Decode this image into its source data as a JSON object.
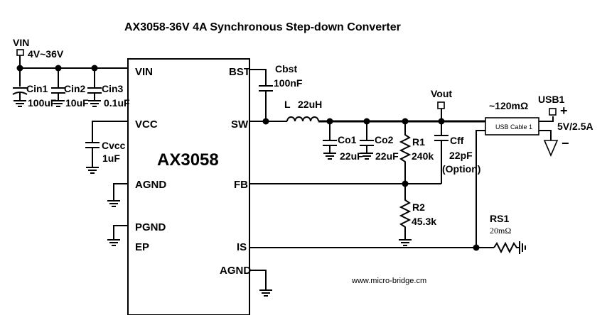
{
  "title": "AX3058-36V 4A Synchronous Step-down Converter",
  "chip": {
    "name": "AX3058",
    "pins_left": [
      "VIN",
      "VCC",
      "AGND",
      "PGND",
      "EP"
    ],
    "pins_right": [
      "BST",
      "SW",
      "FB",
      "IS",
      "AGND"
    ]
  },
  "input": {
    "name": "VIN",
    "range": "4V~36V"
  },
  "components": {
    "cin1": {
      "ref": "Cin1",
      "value": "100uF"
    },
    "cin2": {
      "ref": "Cin2",
      "value": "10uF"
    },
    "cin3": {
      "ref": "Cin3",
      "value": "0.1uF"
    },
    "cvcc": {
      "ref": "Cvcc",
      "value": "1uF"
    },
    "cbst": {
      "ref": "Cbst",
      "value": "100nF"
    },
    "inductor": {
      "ref": "L",
      "value": "22uH"
    },
    "co1": {
      "ref": "Co1",
      "value": "22uF"
    },
    "co2": {
      "ref": "Co2",
      "value": "22uF"
    },
    "r1": {
      "ref": "R1",
      "value": "240k"
    },
    "r2": {
      "ref": "R2",
      "value": "45.3k"
    },
    "cff": {
      "ref": "Cff",
      "value": "22pF",
      "note": "(Option)"
    },
    "rs1": {
      "ref": "RS1",
      "value": "20mΩ"
    }
  },
  "vout": {
    "label": "Vout"
  },
  "cable": {
    "label": "USB Cable 1",
    "resistance": "~120mΩ"
  },
  "usb": {
    "ref": "USB1",
    "plus": "+",
    "minus": "−",
    "rating": "5V/2.5A"
  },
  "footer": {
    "url": "www.micro-bridge.cm"
  }
}
